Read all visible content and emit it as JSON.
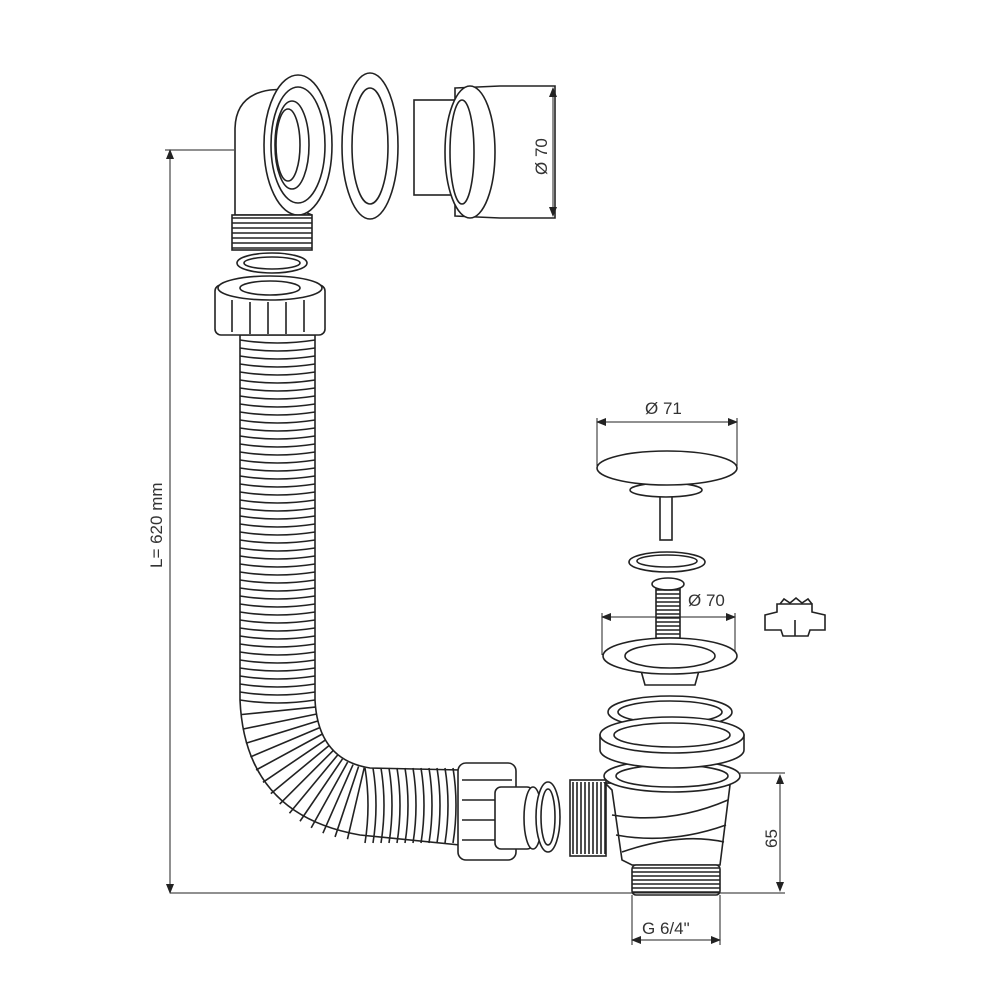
{
  "diagram": {
    "labels": {
      "cap_diameter": "Ø 70",
      "length": "L= 620 mm",
      "stopper_diameter": "Ø 71",
      "flange_diameter": "Ø 70",
      "height": "65",
      "thread": "G 6/4\""
    },
    "colors": {
      "line": "#222222",
      "background": "#ffffff"
    }
  }
}
